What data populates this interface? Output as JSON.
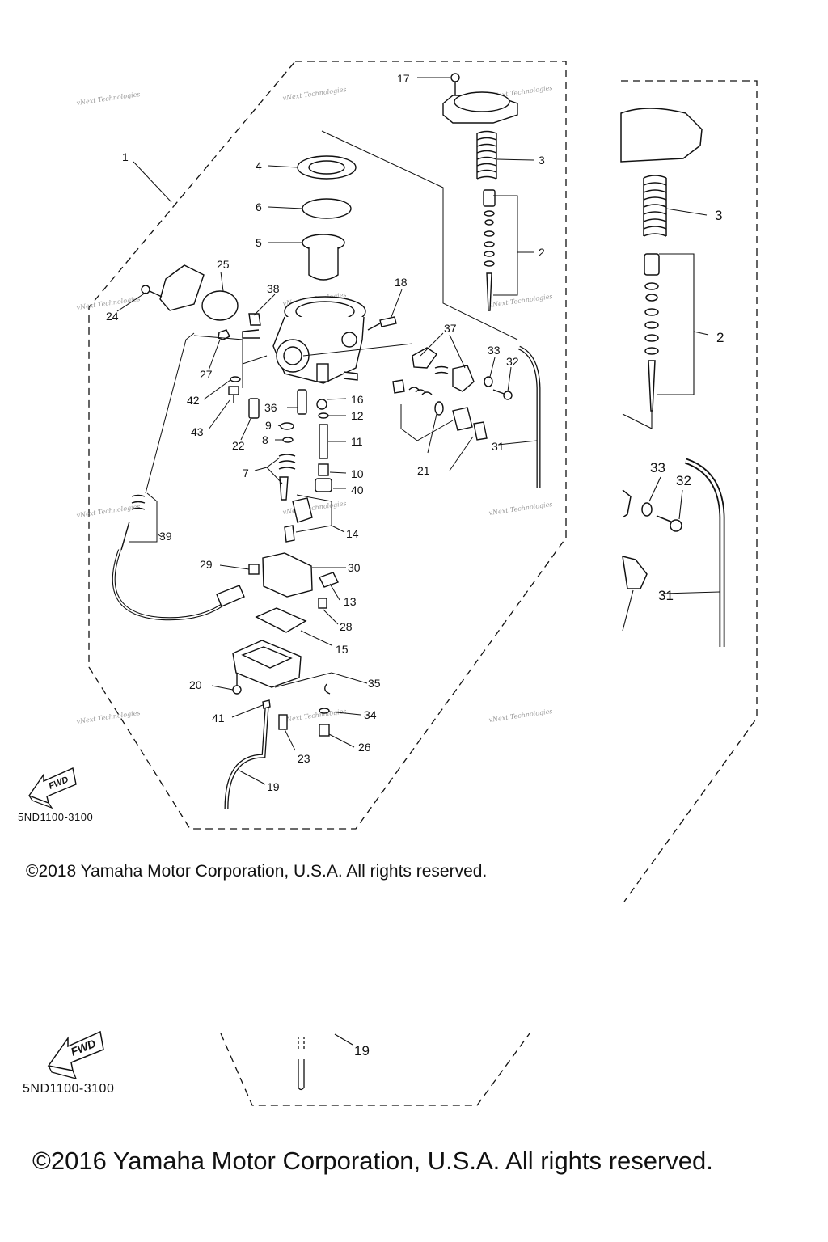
{
  "watermark": "vNext Technologies",
  "fwd_label": "FWD",
  "diagram_codes": [
    "5ND1100-3100",
    "5ND1100-3100"
  ],
  "copyright": [
    "©2018 Yamaha Motor Corporation, U.S.A. All rights reserved.",
    "©2016 Yamaha Motor Corporation, U.S.A. All rights reserved."
  ],
  "callouts_main": [
    {
      "id": "c17",
      "text": "17"
    },
    {
      "id": "c3",
      "text": "3"
    },
    {
      "id": "c1",
      "text": "1"
    },
    {
      "id": "c4",
      "text": "4"
    },
    {
      "id": "c6",
      "text": "6"
    },
    {
      "id": "c5",
      "text": "5"
    },
    {
      "id": "c2",
      "text": "2"
    },
    {
      "id": "c25",
      "text": "25"
    },
    {
      "id": "c38",
      "text": "38"
    },
    {
      "id": "c18",
      "text": "18"
    },
    {
      "id": "c24",
      "text": "24"
    },
    {
      "id": "c37",
      "text": "37"
    },
    {
      "id": "c33",
      "text": "33"
    },
    {
      "id": "c32",
      "text": "32"
    },
    {
      "id": "c27",
      "text": "27"
    },
    {
      "id": "c42",
      "text": "42"
    },
    {
      "id": "c36",
      "text": "36"
    },
    {
      "id": "c16",
      "text": "16"
    },
    {
      "id": "c12",
      "text": "12"
    },
    {
      "id": "c9",
      "text": "9"
    },
    {
      "id": "c43",
      "text": "43"
    },
    {
      "id": "c8",
      "text": "8"
    },
    {
      "id": "c22",
      "text": "22"
    },
    {
      "id": "c11",
      "text": "11"
    },
    {
      "id": "c31",
      "text": "31"
    },
    {
      "id": "c7",
      "text": "7"
    },
    {
      "id": "c10",
      "text": "10"
    },
    {
      "id": "c21",
      "text": "21"
    },
    {
      "id": "c40",
      "text": "40"
    },
    {
      "id": "c14",
      "text": "14"
    },
    {
      "id": "c39",
      "text": "39"
    },
    {
      "id": "c29",
      "text": "29"
    },
    {
      "id": "c30",
      "text": "30"
    },
    {
      "id": "c13",
      "text": "13"
    },
    {
      "id": "c28",
      "text": "28"
    },
    {
      "id": "c15",
      "text": "15"
    },
    {
      "id": "c20",
      "text": "20"
    },
    {
      "id": "c35",
      "text": "35"
    },
    {
      "id": "c41",
      "text": "41"
    },
    {
      "id": "c34",
      "text": "34"
    },
    {
      "id": "c26",
      "text": "26"
    },
    {
      "id": "c23",
      "text": "23"
    },
    {
      "id": "c19",
      "text": "19"
    }
  ],
  "callouts_detail": [
    {
      "id": "d3",
      "text": "3"
    },
    {
      "id": "d2",
      "text": "2"
    },
    {
      "id": "d33",
      "text": "33"
    },
    {
      "id": "d32",
      "text": "32"
    },
    {
      "id": "d31",
      "text": "31"
    },
    {
      "id": "d19",
      "text": "19"
    }
  ],
  "colors": {
    "line": "#111111",
    "watermark": "#9a9a9a",
    "background": "#ffffff"
  }
}
